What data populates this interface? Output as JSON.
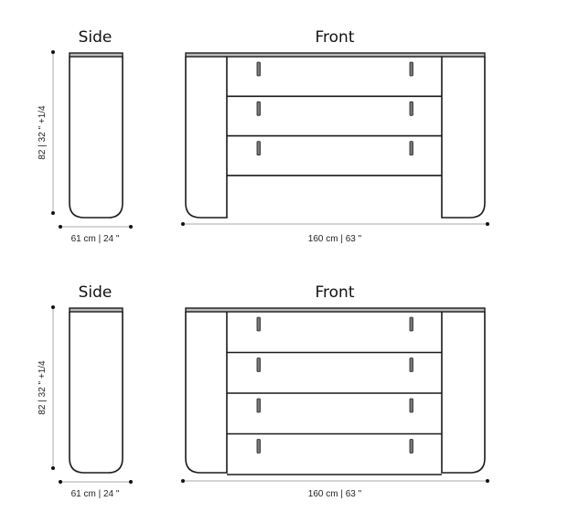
{
  "views": [
    {
      "side_title": "Side",
      "front_title": "Front",
      "height_label": "82 | 32 \" +1/4",
      "depth_label": "61 cm | 24 \"",
      "width_label": "160 cm | 63 \"",
      "drawer_count": 3
    },
    {
      "side_title": "Side",
      "front_title": "Front",
      "height_label": "82 | 32 \" +1/4",
      "depth_label": "61 cm | 24 \"",
      "width_label": "160 cm | 63 \"",
      "drawer_count": 4
    }
  ]
}
